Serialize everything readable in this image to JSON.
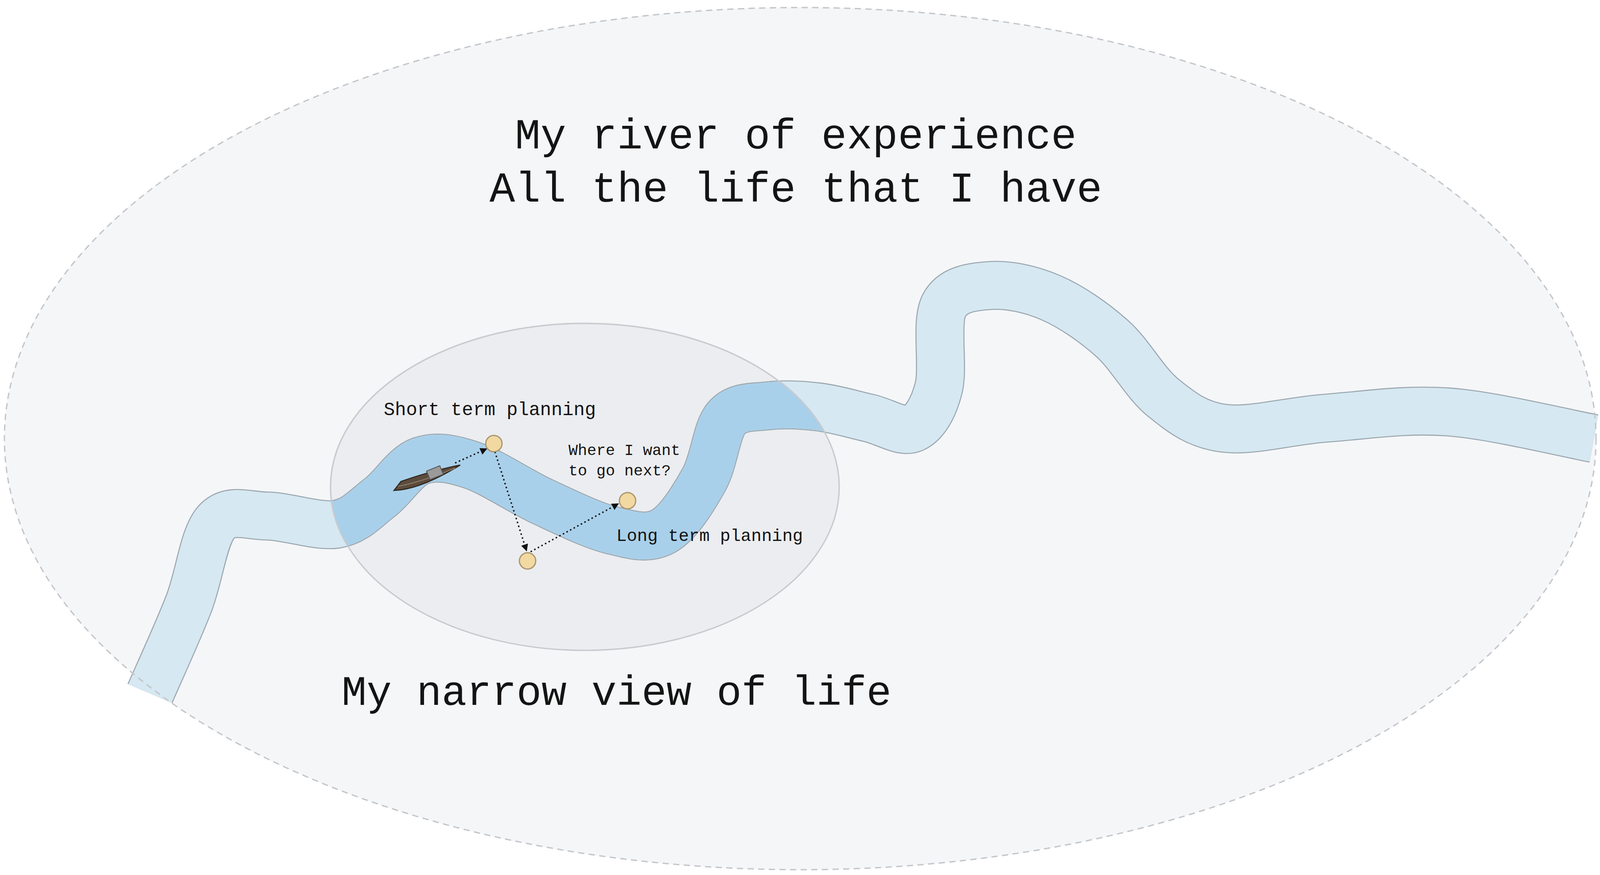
{
  "diagram": {
    "nodes": [
      {
        "text": [
          "My river of experience All the life that I have"
        ]
      },
      {
        "text": [
          "My narrow view of life"
        ],
        "in": 0
      }
    ],
    "labels": [
      "Short term planning",
      "Where I want to go next?",
      "Long term planning"
    ]
  }
}
